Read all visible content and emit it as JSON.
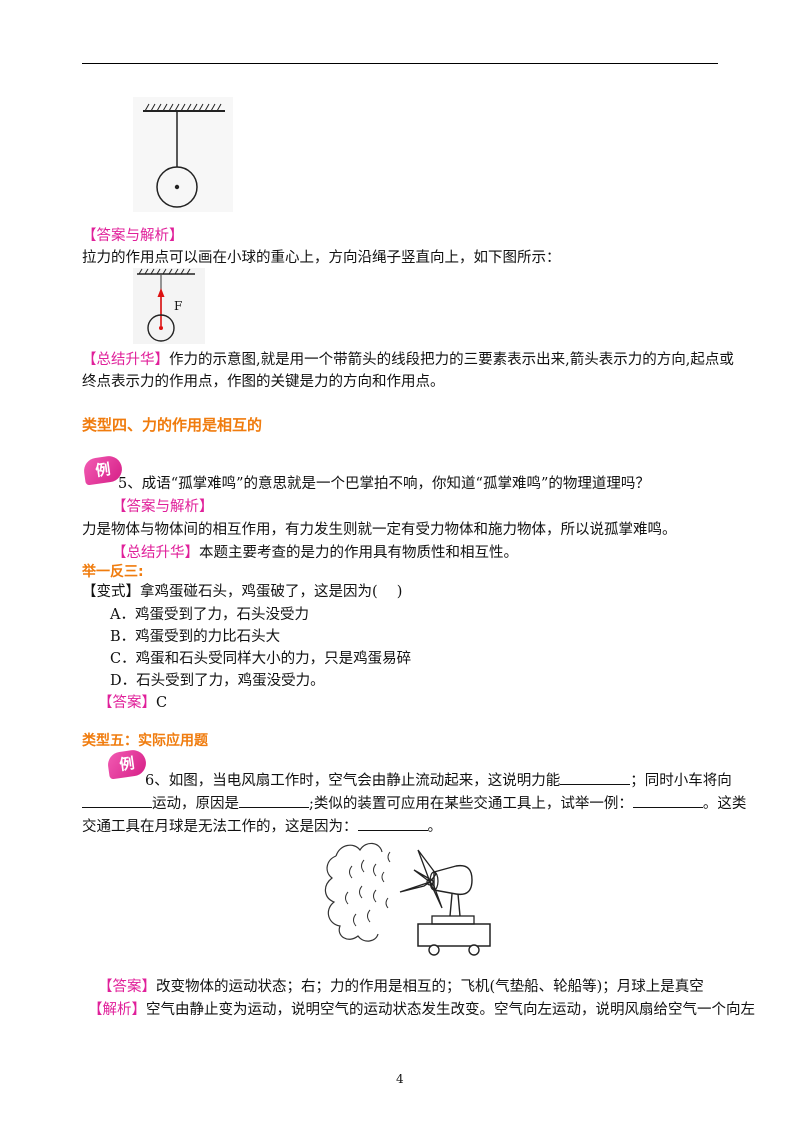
{
  "labels": {
    "answer_analysis": "【答案与解析】",
    "summary": "【总结升华】",
    "variant": "【变式】",
    "answer": "【答案】",
    "analysis": "【解析】",
    "example_badge": "例"
  },
  "q4": {
    "answer_text": "拉力的作用点可以画在小球的重心上，方向沿绳子竖直向上，如下图所示：",
    "force_label": "F",
    "summary_line1": "作力的示意图,就是用一个带箭头的线段把力的三要素表示出来,箭头表示力的方向,起点或",
    "summary_line2": "终点表示力的作用点，作图的关键是力的方向和作用点。"
  },
  "type4": {
    "heading": "类型四、力的作用是相互的",
    "question": "5、成语“孤掌难鸣”的意思就是一个巴掌拍不响，你知道“孤掌难鸣”的物理道理吗？",
    "answer_text": "力是物体与物体间的相互作用，有力发生则就一定有受力物体和施力物体，所以说孤掌难鸣。",
    "summary_text": "本题主要考查的是力的作用具有物质性和相互性。",
    "practice_heading": "举一反三:",
    "variant_question": "拿鸡蛋碰石头，鸡蛋破了，这是因为(　 )",
    "options": [
      "A．鸡蛋受到了力，石头没受力",
      "B．鸡蛋受到的力比石头大",
      "C．鸡蛋和石头受同样大小的力，只是鸡蛋易碎",
      "D．石头受到了力，鸡蛋没受力。"
    ],
    "variant_answer": "C"
  },
  "type5": {
    "heading": "类型五：实际应用题",
    "q_part1": "6、如图，当电风扇工作时，空气会由静止流动起来，这说明力能",
    "q_part2": "；同时小车将向",
    "q_part3": "运动，原因是",
    "q_part4": ";类似的装置可应用在某些交通工具上，试举一例：",
    "q_part5": "。这类",
    "q_part6": "交通工具在月球是无法工作的，这是因为：",
    "q_part7": "。",
    "answer_text": "改变物体的运动状态；右；力的作用是相互的；飞机(气垫船、轮船等)；月球上是真空",
    "analysis_text": "空气由静止变为运动，说明空气的运动状态发生改变。空气向左运动，说明风扇给空气一个向左"
  },
  "page_number": "4"
}
